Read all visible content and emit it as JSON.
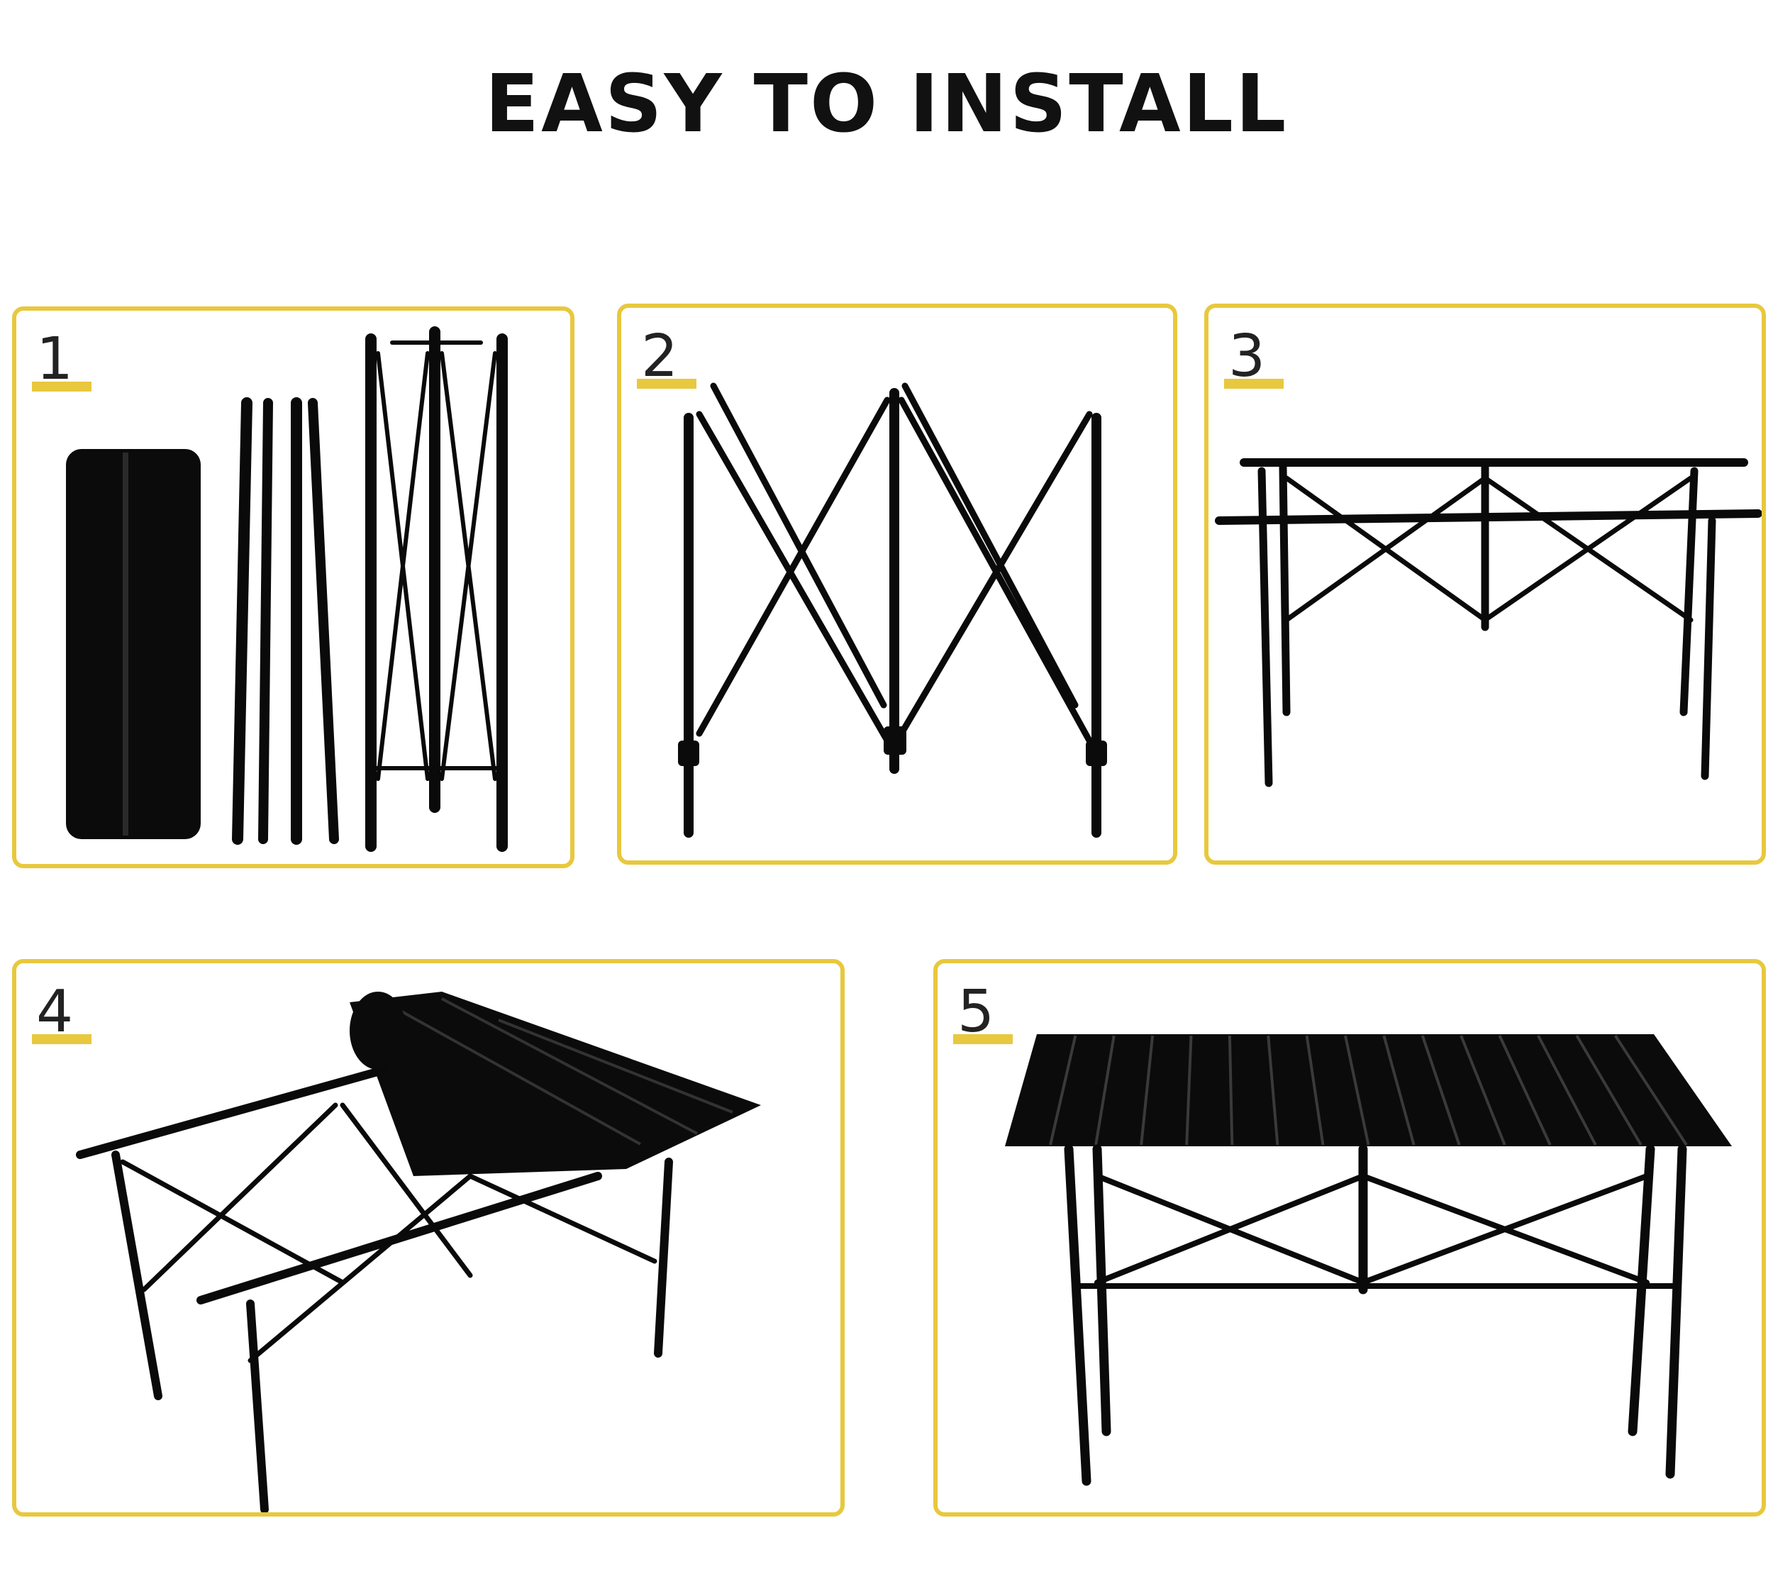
{
  "header": {
    "title": "EASY TO INSTALL"
  },
  "colors": {
    "accent": "#e8c83e",
    "frame": "#0b0b0b",
    "text": "#111111"
  },
  "steps": [
    {
      "number": "1"
    },
    {
      "number": "2"
    },
    {
      "number": "3"
    },
    {
      "number": "4"
    },
    {
      "number": "5"
    }
  ]
}
